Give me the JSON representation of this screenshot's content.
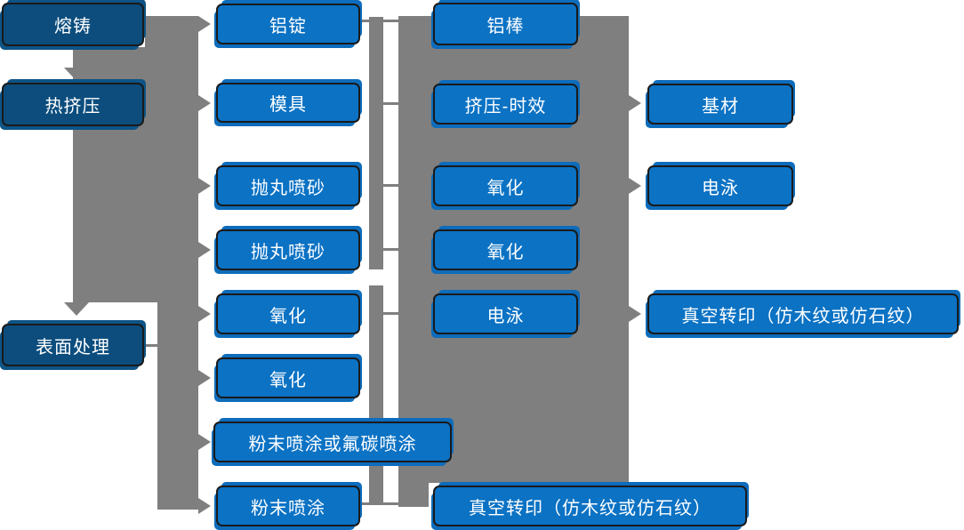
{
  "diagram": {
    "type": "flowchart",
    "description": "Aluminium profile production process flow: casting, hot extrusion and surface treatment stages with parallel finishing paths",
    "colors": {
      "bg": "#ffffff",
      "conn": "#7f7f7f",
      "stage": "#0c4d7d",
      "stageEcho": "#0d5486",
      "step": "#0b72c4",
      "stepEcho": "#0d6cbb",
      "txt": "#ffffff",
      "border": "#1a1a1a"
    },
    "nodes": {
      "rongzhu": {
        "label": "熔铸"
      },
      "rejiya": {
        "label": "热挤压"
      },
      "biaomian": {
        "label": "表面处理"
      },
      "lvding": {
        "label": "铝锭"
      },
      "muju": {
        "label": "模具"
      },
      "paowan1": {
        "label": "抛丸喷砂"
      },
      "paowan2": {
        "label": "抛丸喷砂"
      },
      "yanghua1": {
        "label": "氧化"
      },
      "yanghua2": {
        "label": "氧化"
      },
      "fentan": {
        "label": "粉末喷涂或氟碳喷涂"
      },
      "fenmo": {
        "label": "粉末喷涂"
      },
      "lvbang": {
        "label": "铝棒"
      },
      "jiya": {
        "label": "挤压-时效"
      },
      "yanghua3": {
        "label": "氧化"
      },
      "yanghua4": {
        "label": "氧化"
      },
      "dianyong1": {
        "label": "电泳"
      },
      "zhenkong_bottom": {
        "label": "真空转印（仿木纹或仿石纹）"
      },
      "jicai": {
        "label": "基材"
      },
      "dianyong2": {
        "label": "电泳"
      },
      "zhenkong_right": {
        "label": "真空转印（仿木纹或仿石纹）"
      }
    },
    "edges": [
      "熔铸→热挤压",
      "熔铸→铝锭",
      "热挤压→模具",
      "表面处理→抛丸喷砂/氧化/粉末喷涂",
      "挤压-时效→基材",
      "氧化→电泳",
      "电泳→真空转印（仿木纹或仿石纹）",
      "粉末喷涂→真空转印（仿木纹或仿石纹）"
    ]
  }
}
